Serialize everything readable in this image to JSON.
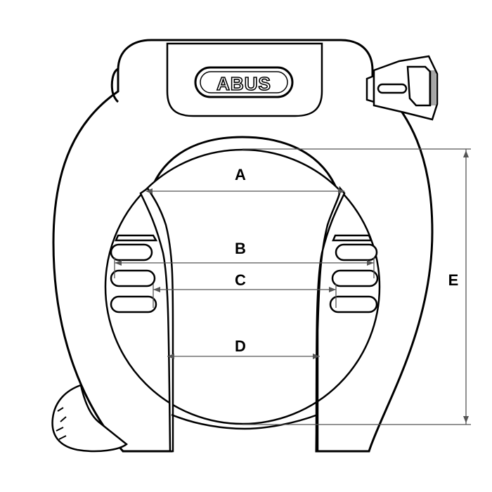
{
  "diagram": {
    "brand": "ABUS",
    "dimensions": [
      {
        "id": "A",
        "label": "A"
      },
      {
        "id": "B",
        "label": "B"
      },
      {
        "id": "C",
        "label": "C"
      },
      {
        "id": "D",
        "label": "D"
      },
      {
        "id": "E",
        "label": "E"
      }
    ]
  },
  "colors": {
    "line": "#000000",
    "dimension_line": "#555555",
    "background": "#ffffff"
  }
}
